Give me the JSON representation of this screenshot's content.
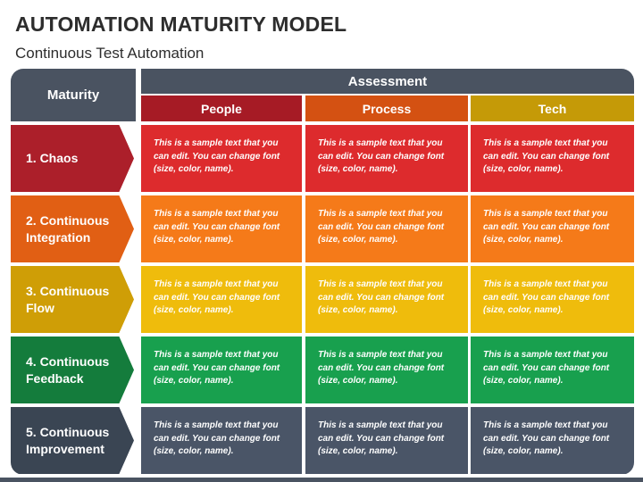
{
  "title": "AUTOMATION MATURITY MODEL",
  "subtitle": "Continuous Test Automation",
  "headers": {
    "maturity": "Maturity",
    "assessment": "Assessment",
    "columns": [
      {
        "label": "People",
        "color": "#a61b25"
      },
      {
        "label": "Process",
        "color": "#d45112"
      },
      {
        "label": "Tech",
        "color": "#c59a07"
      }
    ]
  },
  "rows": [
    {
      "stage": "1. Chaos",
      "stage_color": "#ac1f2a",
      "cell_color": "#dd2b2d",
      "cells": [
        "This is a sample text that you can edit. You can change font (size, color, name).",
        "This is a sample text that you can edit. You can change font (size, color, name).",
        "This is a sample text that you can edit. You can change font (size, color, name)."
      ]
    },
    {
      "stage": "2. Continuous Integration",
      "stage_color": "#e15f14",
      "cell_color": "#f57a19",
      "cells": [
        "This is a sample text that you can edit. You can change font (size, color, name).",
        "This is a sample text that you can edit. You can change font (size, color, name).",
        "This is a sample text that you can edit. You can change font (size, color, name)."
      ]
    },
    {
      "stage": "3. Continuous Flow",
      "stage_color": "#cf9e06",
      "cell_color": "#efbc0c",
      "cells": [
        "This is a sample text that you can edit. You can change font (size, color, name).",
        "This is a sample text that you can edit. You can change font (size, color, name).",
        "This is a sample text that you can edit. You can change font (size, color, name)."
      ]
    },
    {
      "stage": "4. Continuous Feedback",
      "stage_color": "#147c3c",
      "cell_color": "#18a04e",
      "cells": [
        "This is a sample text that you can edit. You can change font (size, color, name).",
        "This is a sample text that you can edit. You can change font (size, color, name).",
        "This is a sample text that you can edit. You can change font (size, color, name)."
      ]
    },
    {
      "stage": "5. Continuous Improvement",
      "stage_color": "#3a4553",
      "cell_color": "#4a5567",
      "cells": [
        "This is a sample text that you can edit. You can change font (size, color, name).",
        "This is a sample text that you can edit. You can change font (size, color, name).",
        "This is a sample text that you can edit. You can change font (size, color, name)."
      ]
    }
  ]
}
